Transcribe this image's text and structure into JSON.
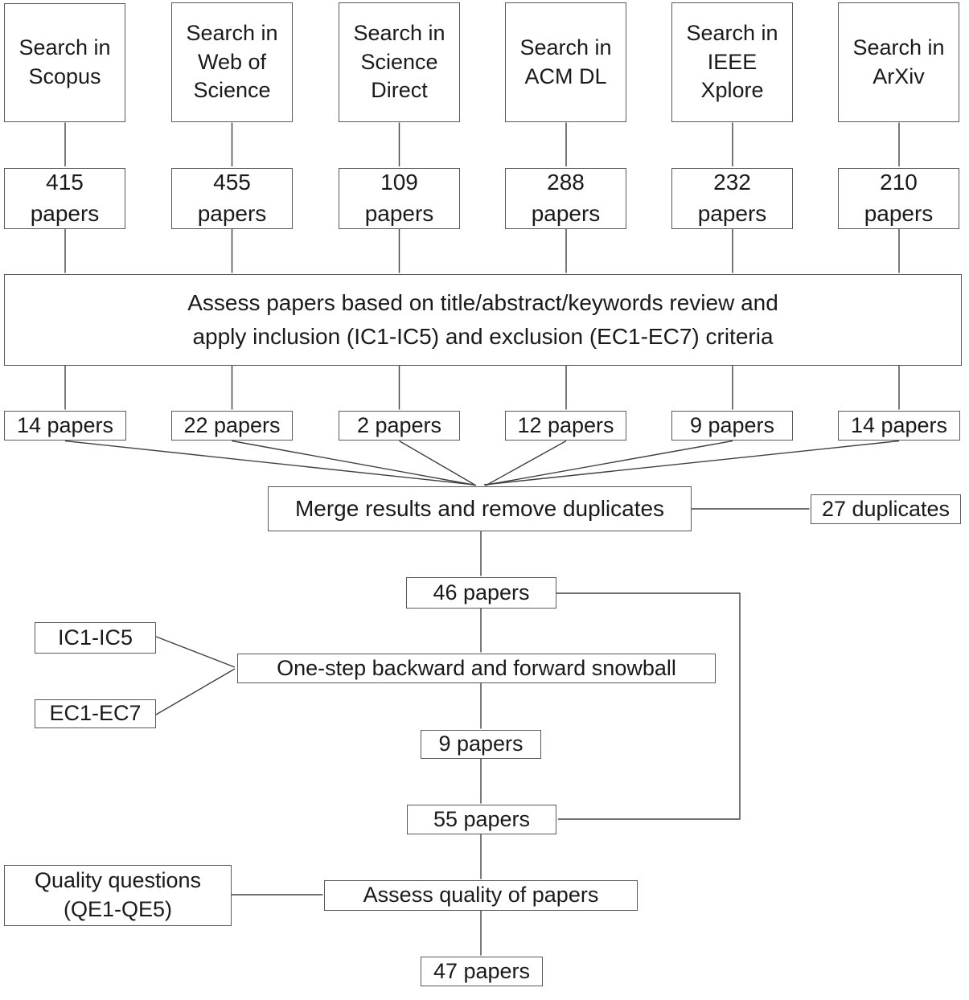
{
  "colors": {
    "box_border": "#595959",
    "connector": "#404040",
    "arrowhead": "#0d0d0d",
    "text": "#1a1a1a",
    "background": "#ffffff"
  },
  "flow": {
    "sources": [
      {
        "label": "Search in Scopus",
        "count_value": "415",
        "count_unit": "papers",
        "selected": "14 papers"
      },
      {
        "label": "Search in Web of Science",
        "count_value": "455",
        "count_unit": "papers",
        "selected": "22 papers"
      },
      {
        "label": "Search in Science Direct",
        "count_value": "109",
        "count_unit": "papers",
        "selected": "2 papers"
      },
      {
        "label": "Search in ACM DL",
        "count_value": "288",
        "count_unit": "papers",
        "selected": "12 papers"
      },
      {
        "label": "Search in IEEE Xplore",
        "count_value": "232",
        "count_unit": "papers",
        "selected": "9 papers"
      },
      {
        "label": "Search in ArXiv",
        "count_value": "210",
        "count_unit": "papers",
        "selected": "14 papers"
      }
    ],
    "assess_criteria": {
      "line1": "Assess papers based on title/abstract/keywords review and",
      "line2": "apply inclusion (IC1-IC5) and exclusion (EC1-EC7) criteria"
    },
    "merge": {
      "label": "Merge results and remove duplicates"
    },
    "duplicates": {
      "label": "27 duplicates"
    },
    "after_merge": {
      "label": "46 papers"
    },
    "inclusion": {
      "label": "IC1-IC5"
    },
    "exclusion": {
      "label": "EC1-EC7"
    },
    "snowball": {
      "label": "One-step backward and forward snowball"
    },
    "snowball_result": {
      "label": "9 papers"
    },
    "combined": {
      "label": "55 papers"
    },
    "quality_questions": {
      "line1": "Quality questions",
      "line2": "(QE1-QE5)"
    },
    "assess_quality": {
      "label": "Assess quality of papers"
    },
    "final_count": {
      "label": "47 papers"
    }
  }
}
